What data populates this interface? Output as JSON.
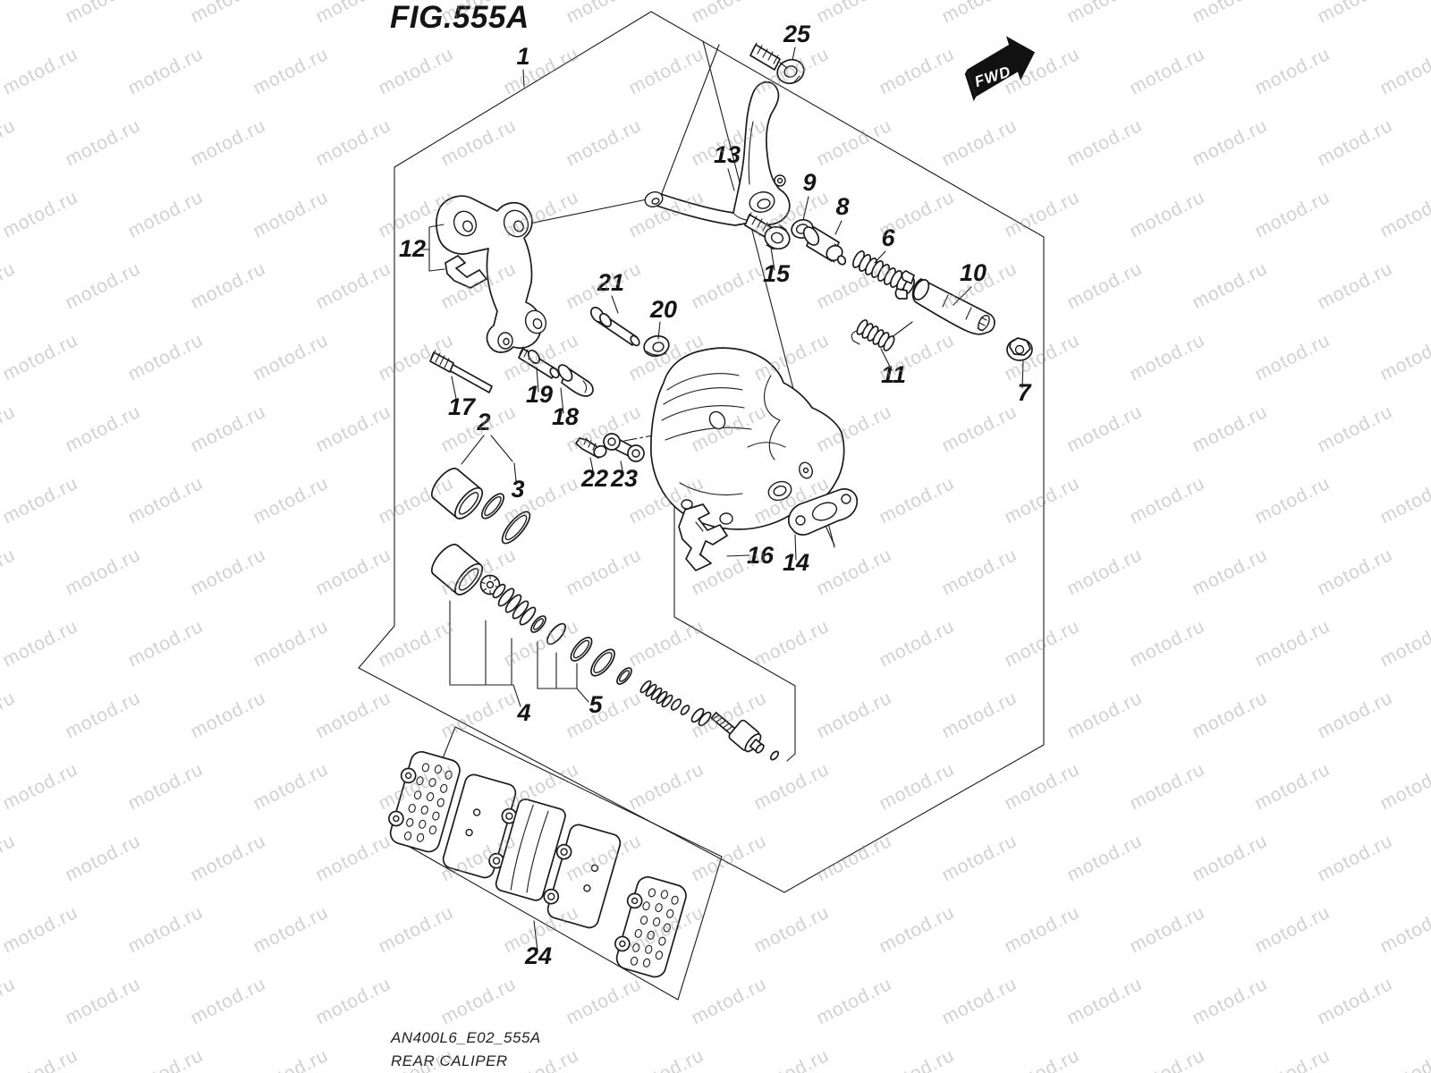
{
  "title": "FIG.555A",
  "fwd_label": "FWD",
  "watermark": {
    "text": "motod.ru"
  },
  "footer": {
    "code": "AN400L6_E02_555A",
    "name": "REAR CALIPER"
  },
  "parts": [
    {
      "label": "1"
    },
    {
      "label": "2"
    },
    {
      "label": "3"
    },
    {
      "label": "4"
    },
    {
      "label": "5"
    },
    {
      "label": "6"
    },
    {
      "label": "7"
    },
    {
      "label": "8"
    },
    {
      "label": "9"
    },
    {
      "label": "10"
    },
    {
      "label": "11"
    },
    {
      "label": "12"
    },
    {
      "label": "13"
    },
    {
      "label": "14"
    },
    {
      "label": "15"
    },
    {
      "label": "16"
    },
    {
      "label": "17"
    },
    {
      "label": "18"
    },
    {
      "label": "19"
    },
    {
      "label": "20"
    },
    {
      "label": "21"
    },
    {
      "label": "22"
    },
    {
      "label": "23"
    },
    {
      "label": "24"
    },
    {
      "label": "25"
    }
  ]
}
